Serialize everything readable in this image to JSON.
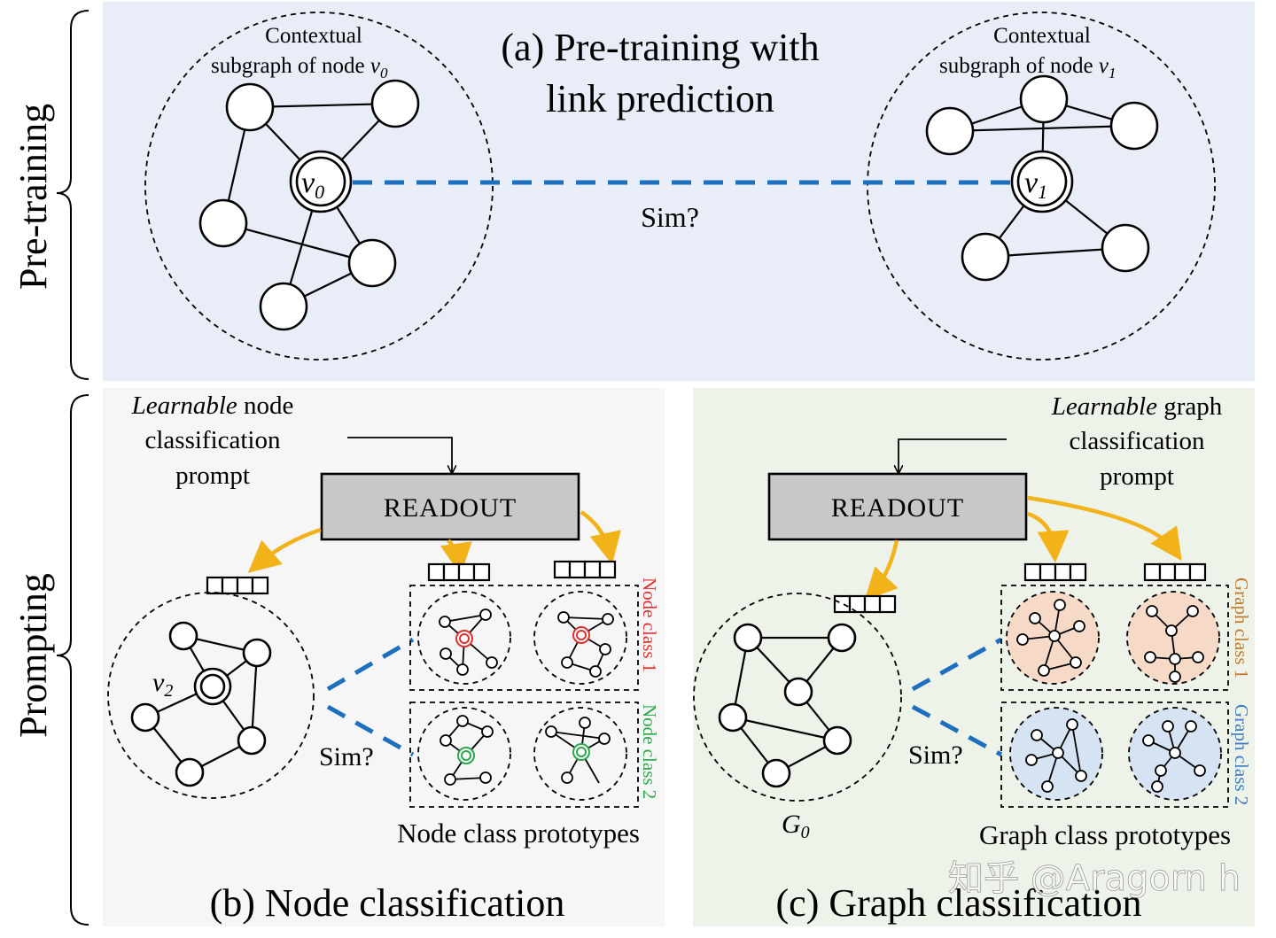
{
  "left_labels": {
    "pretraining": "Pre-training",
    "prompting": "Prompting"
  },
  "panel_a": {
    "title_line1": "(a) Pre-training with",
    "title_line2": "link prediction",
    "ctx_left_line1": "Contextual",
    "ctx_left_line2": "subgraph of node",
    "ctx_left_var": "v",
    "ctx_left_sub": "0",
    "ctx_right_line1": "Contextual",
    "ctx_right_line2": "subgraph of node",
    "ctx_right_var": "v",
    "ctx_right_sub": "1",
    "node_v0": "v",
    "node_v0_sub": "0",
    "node_v1": "v",
    "node_v1_sub": "1",
    "sim": "Sim?"
  },
  "panel_b": {
    "prompt_italic": "Learnable",
    "prompt_rest": " node",
    "prompt_line2": "classification",
    "prompt_line3": "prompt",
    "readout": "READOUT",
    "node_v2": "v",
    "node_v2_sub": "2",
    "sim": "Sim?",
    "class1": "Node class 1",
    "class2": "Node class 2",
    "prototypes": "Node class prototypes",
    "caption": "(b) Node classification"
  },
  "panel_c": {
    "prompt_italic": "Learnable",
    "prompt_rest": " graph",
    "prompt_line2": "classification",
    "prompt_line3": "prompt",
    "readout": "READOUT",
    "graph_g0": "G",
    "graph_g0_sub": "0",
    "sim": "Sim?",
    "class1": "Graph class 1",
    "class2": "Graph class 2",
    "prototypes": "Graph class prototypes",
    "caption": "(c) Graph classification"
  },
  "watermark": "知乎 @Aragorn h",
  "colors": {
    "panel_a_bg": "#e9edf7",
    "panel_b_bg": "#f6f6f6",
    "panel_c_bg": "#eef3ea",
    "link_blue": "#1f6fbf",
    "arrow_yellow": "#f2b21a",
    "node_class1": "#e03030",
    "node_class2": "#2aa84a",
    "graph_class1": "#c0782a",
    "graph_class2": "#3c7bc0",
    "graph_class1_fill": "#f7d9c8",
    "graph_class2_fill": "#d6e3f2",
    "readout_fill": "#c8c8c8"
  }
}
